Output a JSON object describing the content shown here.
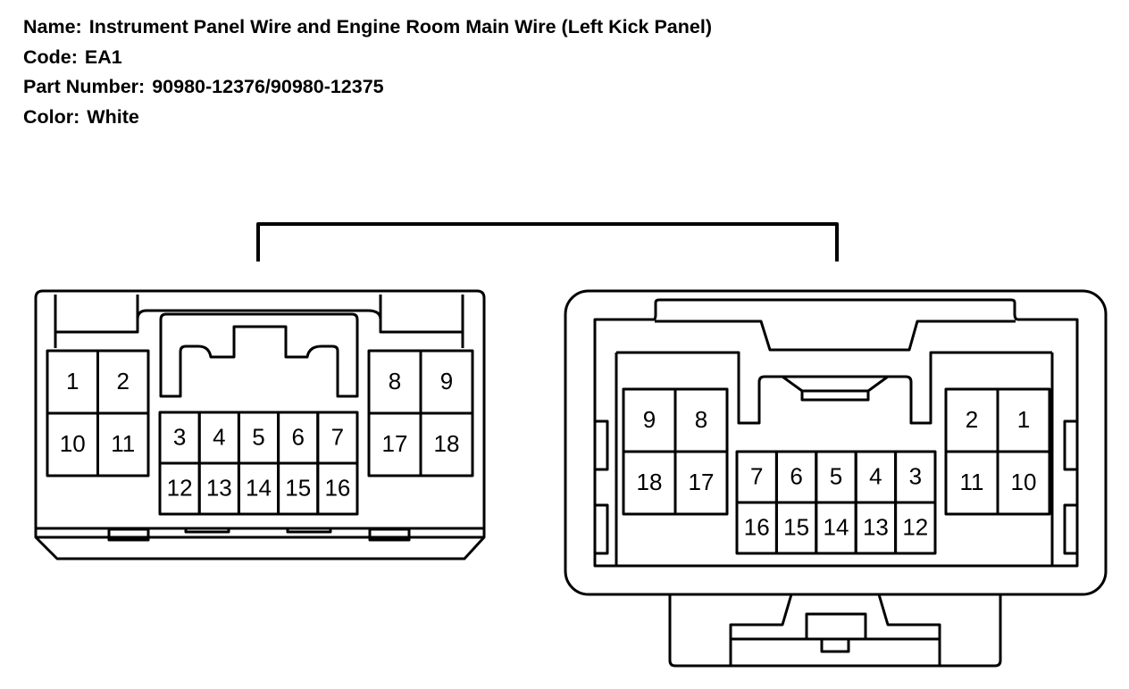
{
  "header": {
    "name_label": "Name:",
    "name_value": "Instrument Panel Wire and Engine Room Main Wire (Left Kick Panel)",
    "code_label": "Code:",
    "code_value": "EA1",
    "part_label": "Part Number:",
    "part_value": "90980-12376/90980-12375",
    "color_label": "Color:",
    "color_value": "White"
  },
  "connectors": {
    "left": {
      "left_block": [
        "1",
        "2",
        "10",
        "11"
      ],
      "center_block": [
        "3",
        "4",
        "5",
        "6",
        "7",
        "12",
        "13",
        "14",
        "15",
        "16"
      ],
      "right_block": [
        "8",
        "9",
        "17",
        "18"
      ]
    },
    "right": {
      "left_block": [
        "9",
        "8",
        "18",
        "17"
      ],
      "center_block": [
        "7",
        "6",
        "5",
        "4",
        "3",
        "16",
        "15",
        "14",
        "13",
        "12"
      ],
      "right_block": [
        "2",
        "1",
        "11",
        "10"
      ]
    }
  }
}
